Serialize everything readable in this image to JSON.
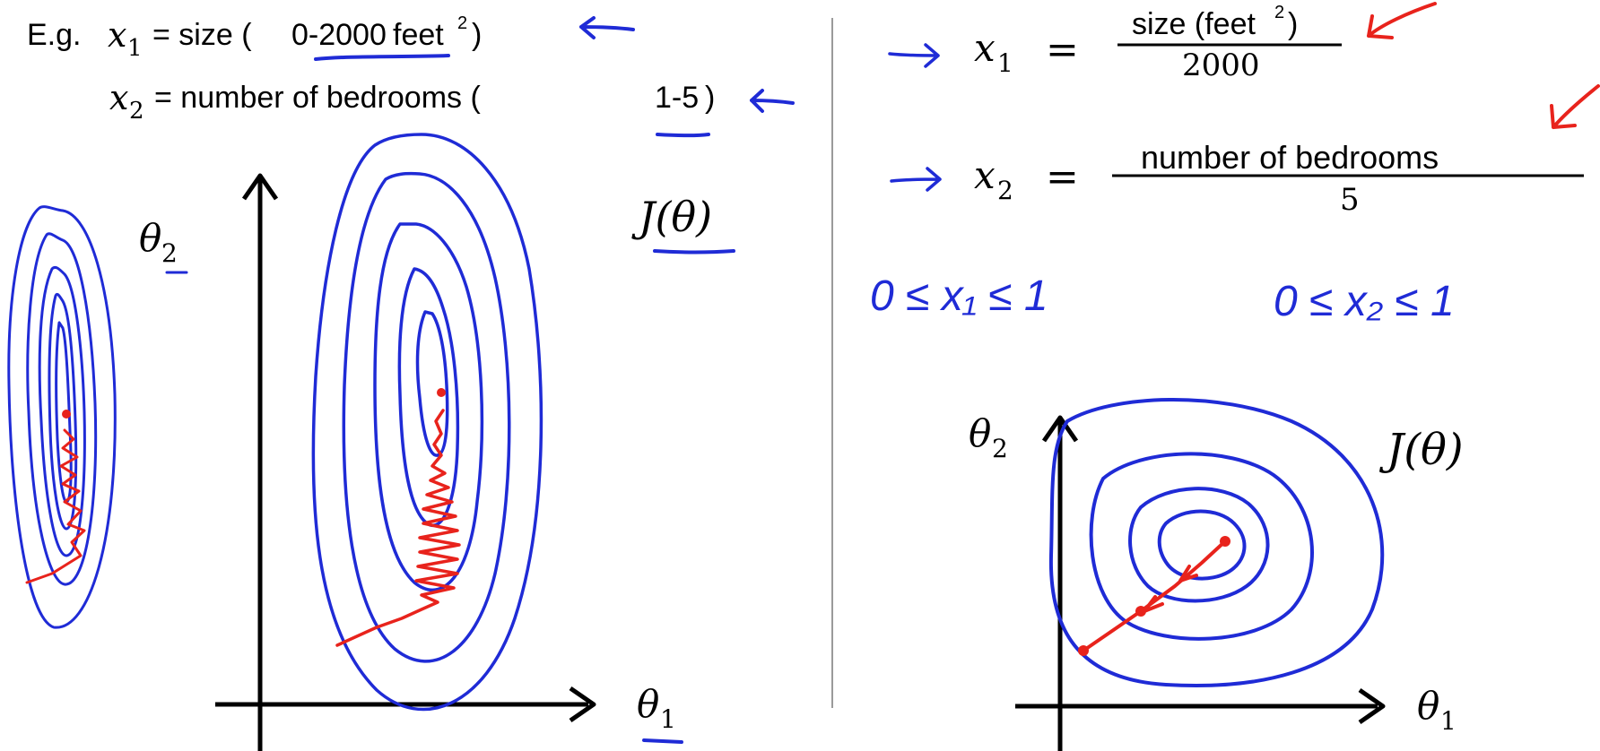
{
  "left": {
    "eg_prefix": "E.g.",
    "x1": {
      "var": "x",
      "sub": "1",
      "text": "= size (",
      "range": "0-2000",
      "unit": "feet",
      "unit_sup": "2",
      "close": ")"
    },
    "x2": {
      "var": "x",
      "sub": "2",
      "text": "= number of bedrooms (",
      "range": "1-5",
      "close": ")"
    },
    "plot": {
      "ylabel_var": "θ",
      "ylabel_sub": "2",
      "xlabel_var": "θ",
      "xlabel_sub": "1",
      "j_label": "J(θ)"
    }
  },
  "right": {
    "x1_lhs_var": "x",
    "x1_lhs_sub": "1",
    "x1_eq": "=",
    "x1_num": "size (feet",
    "x1_num_sup": "2",
    "x1_num_close": ")",
    "x1_den": "2000",
    "x2_lhs_var": "x",
    "x2_lhs_sub": "2",
    "x2_eq": "=",
    "x2_num": "number of bedrooms",
    "x2_den": "5",
    "ineq1": "0 ≤ x₁ ≤ 1",
    "ineq2": "0 ≤ x₂ ≤ 1",
    "plot": {
      "ylabel_var": "θ",
      "ylabel_sub": "2",
      "xlabel_var": "θ",
      "xlabel_sub": "1",
      "j_label": "J(θ)"
    }
  },
  "colors": {
    "ink_black": "#000000",
    "ink_blue": "#1f2bd6",
    "ink_red": "#e8231c",
    "divider": "#9a9a9a"
  }
}
